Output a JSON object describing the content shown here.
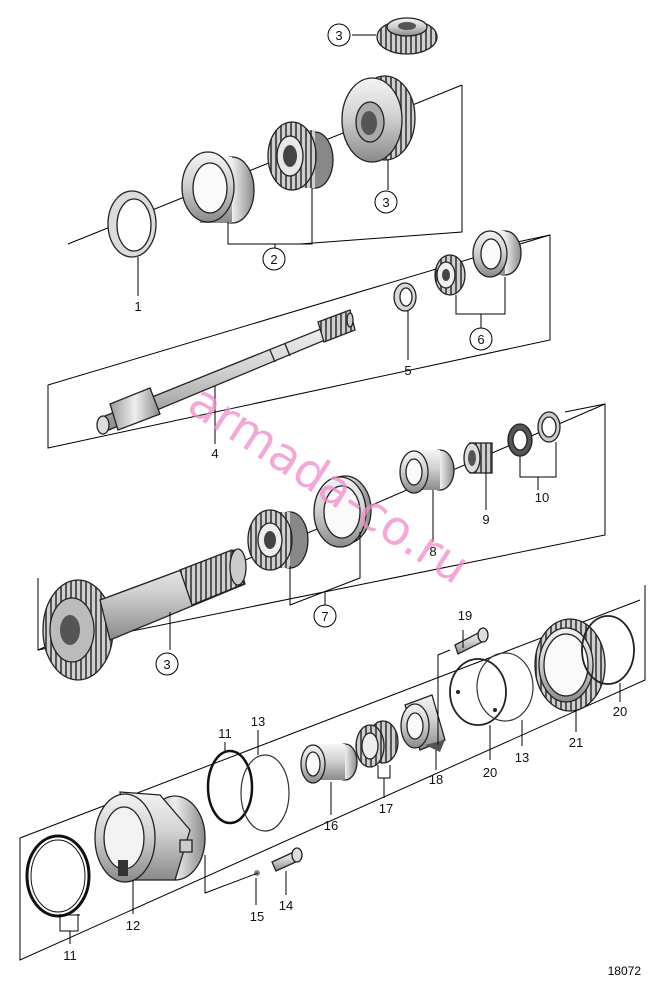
{
  "diagram_ref": "18072",
  "watermark": "armada-co.ru",
  "callouts": {
    "c1": "1",
    "c2": "2",
    "c3a": "3",
    "c3b": "3",
    "c3c": "3",
    "c4": "4",
    "c5": "5",
    "c6": "6",
    "c7": "7",
    "c8": "8",
    "c9": "9",
    "c10": "10",
    "c11a": "11",
    "c11b": "11",
    "c12": "12",
    "c13a": "13",
    "c13b": "13",
    "c14": "14",
    "c15": "15",
    "c16": "16",
    "c17": "17",
    "c18": "18",
    "c19": "19",
    "c20a": "20",
    "c20b": "20",
    "c21": "21"
  }
}
